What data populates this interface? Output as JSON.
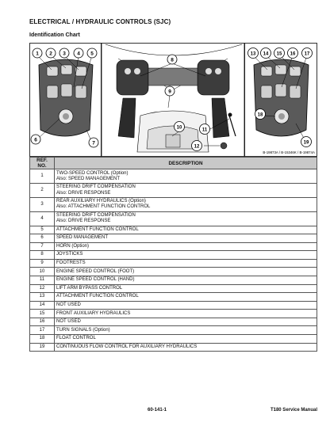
{
  "header": {
    "title": "ELECTRICAL / HYDRAULIC CONTROLS (SJC)",
    "subtitle": "Identification Chart"
  },
  "figure": {
    "callouts": [
      "1",
      "2",
      "3",
      "4",
      "5",
      "6",
      "7",
      "8",
      "9",
      "10",
      "11",
      "12",
      "13",
      "14",
      "15",
      "16",
      "17",
      "18",
      "19"
    ],
    "image_refs": "B-19873A / B-15346K / B-19874A"
  },
  "table": {
    "headers": {
      "ref_no": "REF. NO.",
      "description": "DESCRIPTION"
    },
    "rows": [
      {
        "ref": "1",
        "lines": [
          "TWO-SPEED CONTROL (Option)",
          "Also: SPEED MANAGEMENT"
        ]
      },
      {
        "ref": "2",
        "lines": [
          "STEERING DRIFT COMPENSATION",
          "Also: DRIVE RESPONSE"
        ]
      },
      {
        "ref": "3",
        "lines": [
          "REAR AUXILIARY HYDRAULICS (Option)",
          "Also: ATTACHMENT FUNCTION CONTROL"
        ]
      },
      {
        "ref": "4",
        "lines": [
          "STEERING DRIFT COMPENSATION",
          "Also: DRIVE RESPONSE"
        ]
      },
      {
        "ref": "5",
        "lines": [
          "ATTACHMENT FUNCTION CONTROL"
        ]
      },
      {
        "ref": "6",
        "lines": [
          "SPEED MANAGEMENT"
        ]
      },
      {
        "ref": "7",
        "lines": [
          "HORN (Option)"
        ]
      },
      {
        "ref": "8",
        "lines": [
          "JOYSTICKS"
        ]
      },
      {
        "ref": "9",
        "lines": [
          "FOOTRESTS"
        ]
      },
      {
        "ref": "10",
        "lines": [
          "ENGINE SPEED CONTROL (FOOT)"
        ]
      },
      {
        "ref": "11",
        "lines": [
          "ENGINE SPEED CONTROL (HAND)"
        ]
      },
      {
        "ref": "12",
        "lines": [
          "LIFT ARM BYPASS CONTROL"
        ]
      },
      {
        "ref": "13",
        "lines": [
          "ATTACHMENT FUNCTION CONTROL"
        ]
      },
      {
        "ref": "14",
        "lines": [
          "NOT USED"
        ]
      },
      {
        "ref": "15",
        "lines": [
          "FRONT AUXILIARY HYDRAULICS"
        ]
      },
      {
        "ref": "16",
        "lines": [
          "NOT USED"
        ]
      },
      {
        "ref": "17",
        "lines": [
          "TURN SIGNALS (Option)"
        ]
      },
      {
        "ref": "18",
        "lines": [
          "FLOAT CONTROL"
        ]
      },
      {
        "ref": "19",
        "lines": [
          "CONTINUOUS FLOW CONTROL FOR AUXILIARY HYDRAULICS"
        ]
      }
    ]
  },
  "footer": {
    "page": "60-141-1",
    "manual": "T180 Service Manual"
  }
}
